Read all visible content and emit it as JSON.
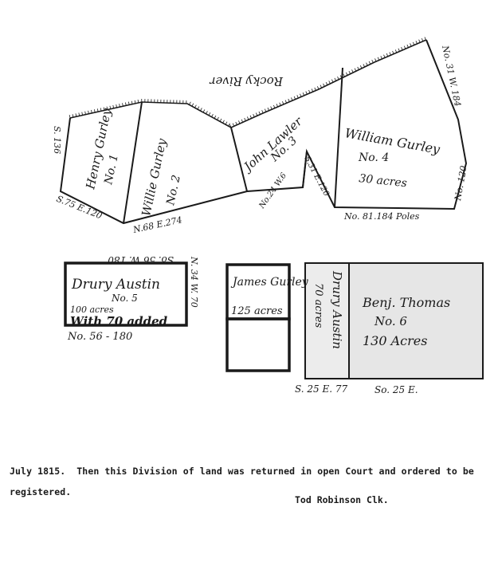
{
  "plat": {
    "river_label": "Rocky River",
    "upper_tracts": [
      {
        "name": "Henry Gurley",
        "number": "No. 1"
      },
      {
        "name": "Willie Gurley",
        "number": "No. 2"
      },
      {
        "name": "John Lawler",
        "number": "No. 3"
      },
      {
        "name": "William Gurley",
        "number": "No. 4",
        "area": "30 acres"
      }
    ],
    "upper_bounds": {
      "left_side": "S. 136",
      "bottom_left": "S.75 E.120",
      "bottom_mid": "N.68 E.274",
      "notch_left": "No.24 W.6",
      "notch_right": "S.31 E.120",
      "bottom_right": "No. 81.184 Poles",
      "right_lower": "No. 120",
      "right_upper": "No. 31 W. 184"
    },
    "drury_tract": {
      "name": "Drury Austin",
      "number": "No. 5",
      "area": "100 acres",
      "note": "With 70 added",
      "top_bound": "So. 56 W. 180",
      "right_bound": "N. 34 W. 70",
      "bottom_bound": "No. 56 - 180"
    },
    "james_tract": {
      "name": "James Gurley",
      "area": "125 acres"
    },
    "drury_strip": {
      "name": "Drury Austin",
      "area": "70 acres"
    },
    "benj_tract": {
      "name": "Benj. Thomas",
      "number": "No. 6",
      "area": "130 Acres",
      "bottom_left_bound": "S. 25 E. 77",
      "bottom_bound": "So. 25 E."
    }
  },
  "footer": {
    "note": "July 1815.  Then this Division of land was returned in open Court and ordered to be registered.",
    "clerk": "Tod Robinson Clk."
  },
  "colors": {
    "ink": "#1a1a1a",
    "shade": "#e8e8e8",
    "paper": "#ffffff"
  }
}
